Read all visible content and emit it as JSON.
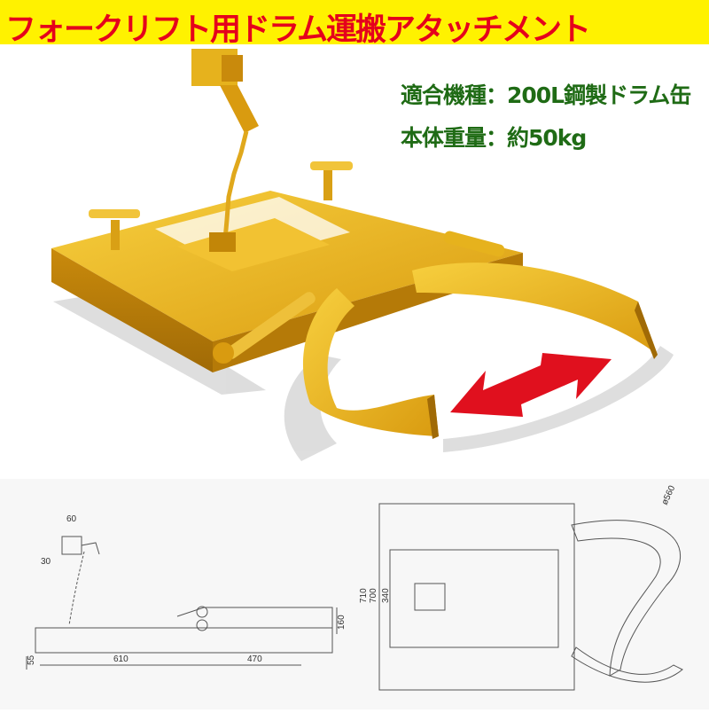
{
  "title": "フォークリフト用ドラム運搬アタッチメント",
  "specs": {
    "model": "適合機種：200L鋼製ドラム缶",
    "weight": "本体重量：約50kg"
  },
  "colors": {
    "title_background": "#fff200",
    "title_text": "#e5001c",
    "spec_text": "#1f6b15",
    "body_yellow": "#e8b21a",
    "arrow_red": "#e0101e"
  },
  "icons": {
    "motion_arrow": "double-headed-arrow-icon"
  },
  "side_view_dims": {
    "top_angle": "60",
    "hook_offset": "30",
    "height": "55",
    "length_front": "610",
    "length_rear": "470",
    "plate_height": "160"
  },
  "top_view_dims": {
    "overall_width": "710",
    "inner_width": "700",
    "channel_width": "340",
    "clamp_diameter": "ø560"
  }
}
